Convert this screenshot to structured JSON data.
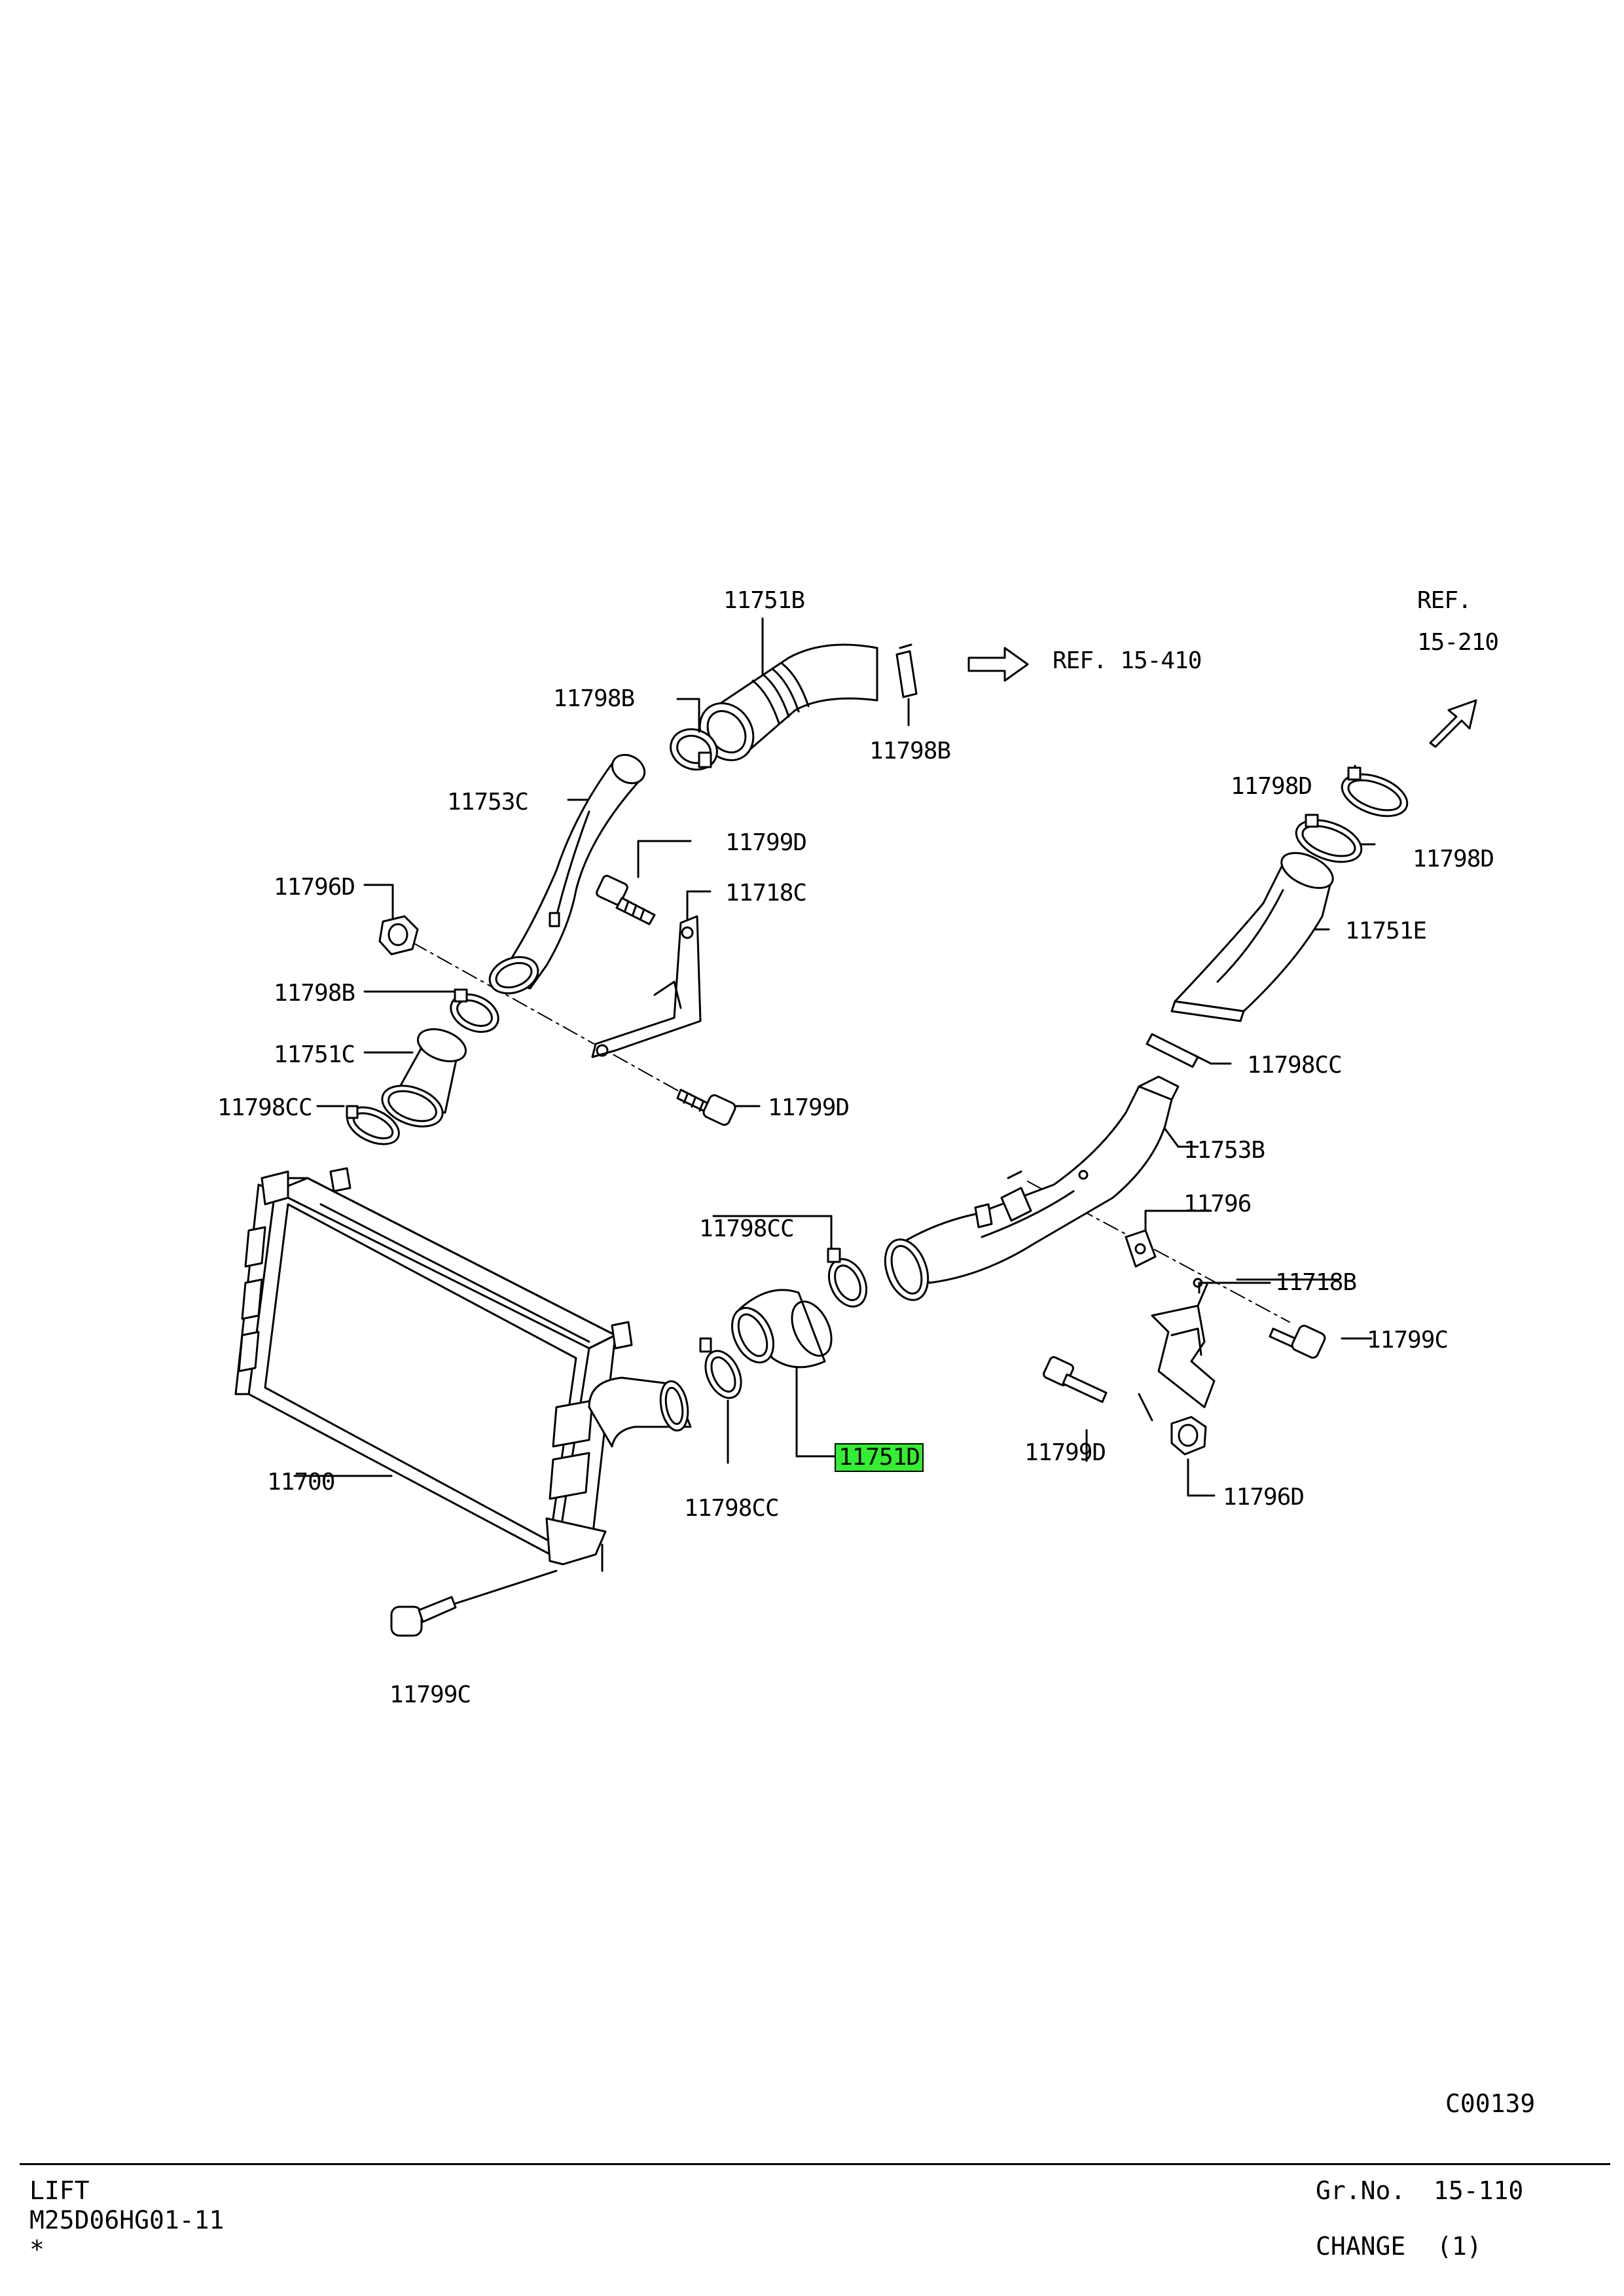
{
  "labels": {
    "p11751B_top": "11751B",
    "p11798B_left": "11798B",
    "p11798B_right": "11798B",
    "ref_15410": "REF. 15-410",
    "ref_word": "REF.",
    "ref_15210": "15-210",
    "p11753C": "11753C",
    "p11799D_top": "11799D",
    "p11796D_left": "11796D",
    "p11718C": "11718C",
    "p11798B_mid": "11798B",
    "p11751C": "11751C",
    "p11798CC_left": "11798CC",
    "p11799D_mid": "11799D",
    "p11798D_top": "11798D",
    "p11798D_bot": "11798D",
    "p11751E": "11751E",
    "p11798CC_right": "11798CC",
    "p11753B": "11753B",
    "p11796": "11796",
    "p11718B": "11718B",
    "p11799C_right": "11799C",
    "p11798CC_center": "11798CC",
    "p11751D": "11751D",
    "p11700": "11700",
    "p11798CC_low": "11798CC",
    "p11799D_low": "11799D",
    "p11796D_low": "11796D",
    "p11799C_bottom": "11799C"
  },
  "highlight": {
    "part": "11751D",
    "color": "#33ee33"
  },
  "illustration_code": "C00139",
  "footer": {
    "model_line1": "LIFT",
    "model_line2": "M25D06HG01-11",
    "model_line3": "*",
    "group_label": "Gr.No.",
    "group_value": "15-110",
    "change_label": "CHANGE",
    "change_value": "(1)"
  }
}
